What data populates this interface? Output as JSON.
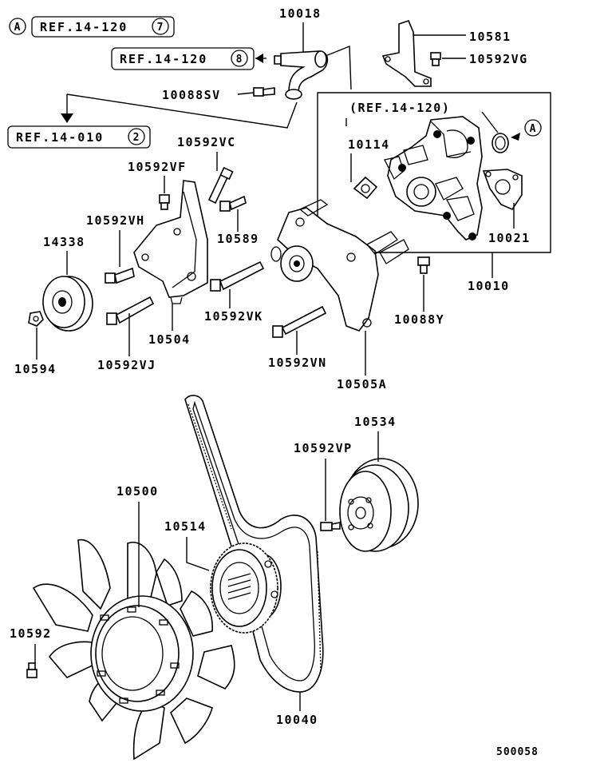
{
  "labels": {
    "p10018": "10018",
    "p10581": "10581",
    "p10592vg": "10592VG",
    "p10088sv": "10088SV",
    "ref_inner": "(REF.14-120)",
    "p10114": "10114",
    "p10592vc": "10592VC",
    "p10592vf": "10592VF",
    "p10592vh": "10592VH",
    "p10589": "10589",
    "p14338": "14338",
    "p10021": "10021",
    "p10010": "10010",
    "p10592vk": "10592VK",
    "p10504": "10504",
    "p10088y": "10088Y",
    "p10594": "10594",
    "p10592vj": "10592VJ",
    "p10592vn": "10592VN",
    "p10505a": "10505A",
    "p10534": "10534",
    "p10592vp": "10592VP",
    "p10500": "10500",
    "p10514": "10514",
    "p10592": "10592",
    "p10040": "10040",
    "diagram_id": "500058"
  },
  "refs": {
    "ref1_prefix": "A",
    "ref1_text": "REF.14-120",
    "ref1_num": "7",
    "ref2_text": "REF.14-120",
    "ref2_num": "8",
    "ref3_text": "REF.14-010",
    "ref3_num": "2",
    "callout_a": "A"
  }
}
